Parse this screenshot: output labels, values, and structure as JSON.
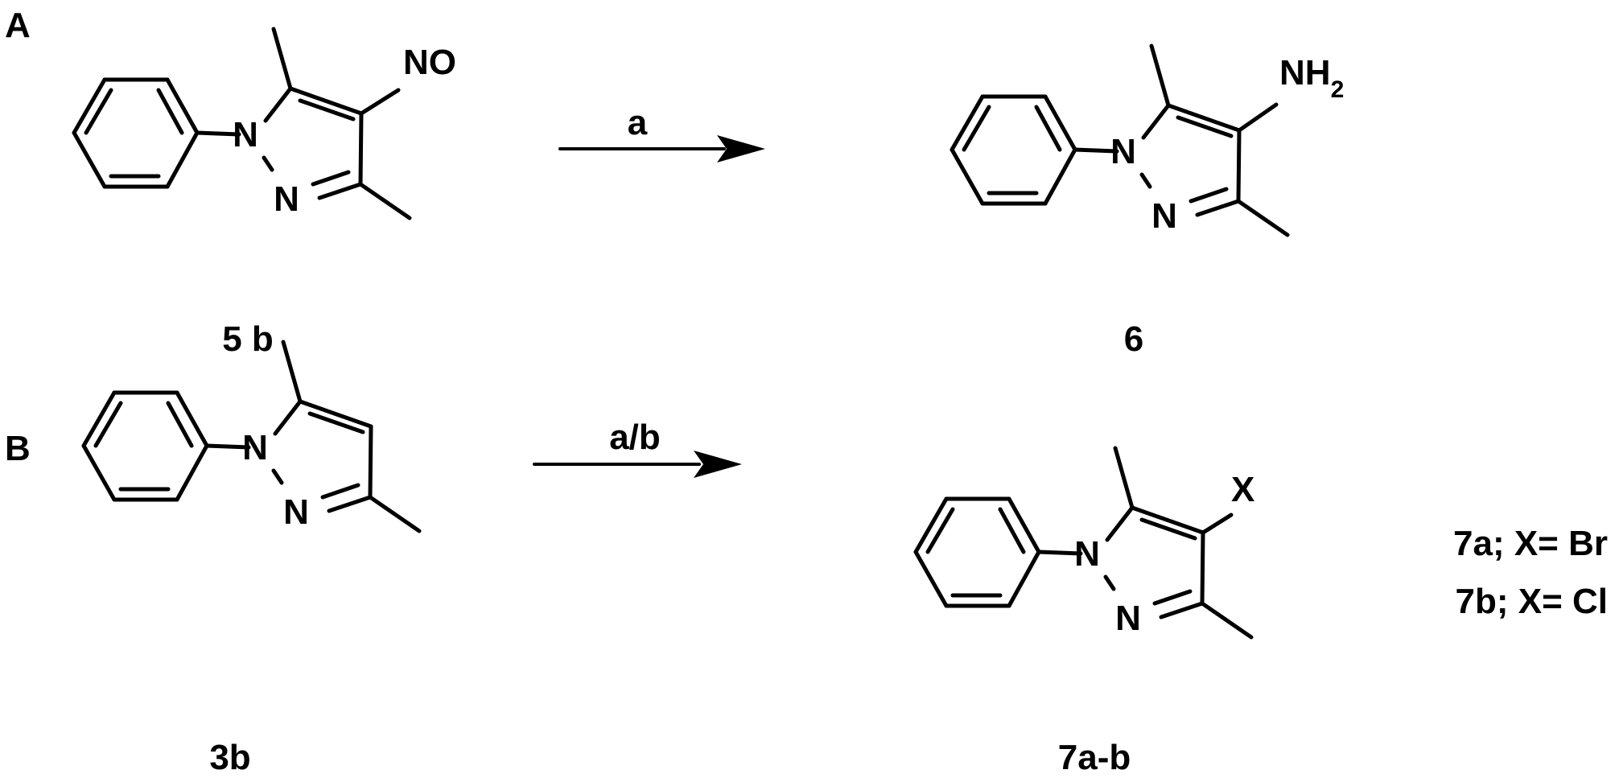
{
  "panels": {
    "A": {
      "label": "A",
      "reagent": "a",
      "reactant": {
        "substituent": "NO",
        "compound_id": "5 b"
      },
      "product": {
        "substituent_main": "NH",
        "substituent_sub": "2",
        "compound_id": "6"
      }
    },
    "B": {
      "label": "B",
      "reagent": "a/b",
      "reactant": {
        "compound_id": "3b"
      },
      "product": {
        "substituent": "X",
        "compound_id": "7a-b"
      },
      "notes": [
        "7a; X= Br",
        "7b; X= Cl"
      ]
    }
  },
  "atoms": {
    "nitrogen": "N"
  }
}
